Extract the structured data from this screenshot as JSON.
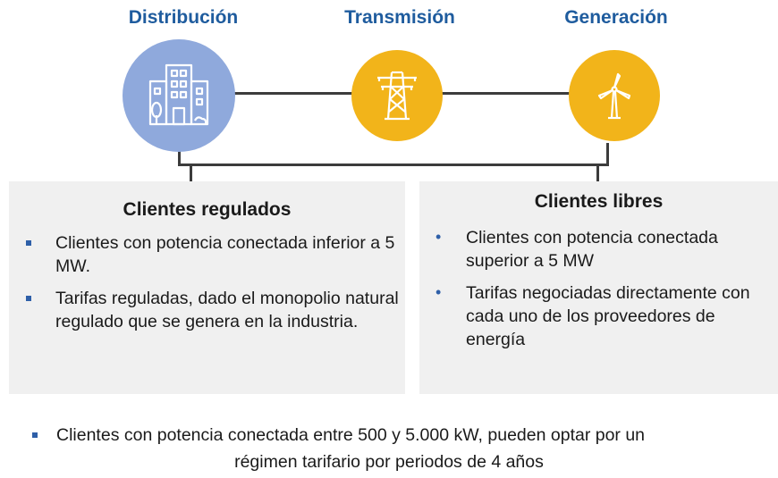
{
  "stages": [
    {
      "label": "Distribución",
      "icon": "building-icon",
      "color": "#8fa9dc"
    },
    {
      "label": "Transmisión",
      "icon": "transmission-tower-icon",
      "color": "#f2b41a"
    },
    {
      "label": "Generación",
      "icon": "wind-turbine-icon",
      "color": "#f2b41a"
    }
  ],
  "panels": {
    "regulated": {
      "title": "Clientes regulados",
      "items": [
        "Clientes con potencia conectada inferior a 5 MW.",
        "Tarifas reguladas, dado el monopolio natural regulado que se genera en la industria."
      ]
    },
    "free": {
      "title": "Clientes libres",
      "items": [
        "Clientes con potencia conectada superior a 5 MW",
        "Tarifas negociadas directamente con cada uno de los proveedores de energía"
      ]
    }
  },
  "note": {
    "line1": "Clientes con potencia conectada entre 500 y 5.000 kW, pueden optar por un",
    "line2": "régimen tarifario por periodos de 4 años"
  },
  "colors": {
    "accent_blue": "#1f5c9e",
    "bullet": "#2e5fa8",
    "connector": "#3c3c3c",
    "panel_bg": "#f0f0f0"
  }
}
